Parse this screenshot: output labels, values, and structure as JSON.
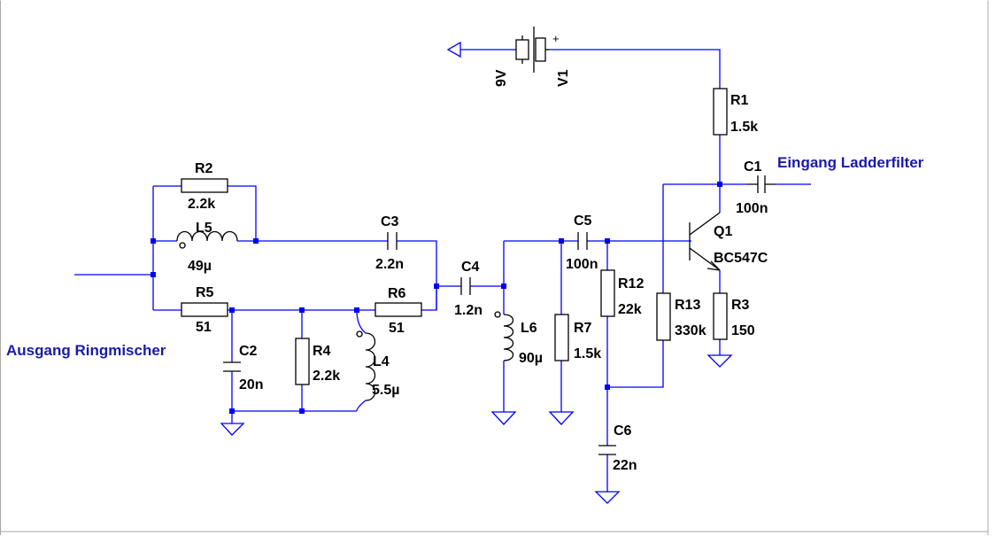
{
  "colors": {
    "wire": "#0000ff",
    "component": "#000000",
    "net_label": "#1a1aaa",
    "background": "#ffffff",
    "frame": "#a8a8a8"
  },
  "net_labels": {
    "input": "Ausgang Ringmischer",
    "output": "Eingang Ladderfilter"
  },
  "battery": {
    "polarity": "+"
  },
  "components": {
    "R1": {
      "name": "R1",
      "value": "1.5k"
    },
    "R2": {
      "name": "R2",
      "value": "2.2k"
    },
    "R3": {
      "name": "R3",
      "value": "150"
    },
    "R4": {
      "name": "R4",
      "value": "2.2k"
    },
    "R5": {
      "name": "R5",
      "value": "51"
    },
    "R6": {
      "name": "R6",
      "value": "51"
    },
    "R7": {
      "name": "R7",
      "value": "1.5k"
    },
    "R12": {
      "name": "R12",
      "value": "22k"
    },
    "R13": {
      "name": "R13",
      "value": "330k"
    },
    "C1": {
      "name": "C1",
      "value": "100n"
    },
    "C2": {
      "name": "C2",
      "value": "20n"
    },
    "C3": {
      "name": "C3",
      "value": "2.2n"
    },
    "C4": {
      "name": "C4",
      "value": "1.2n"
    },
    "C5": {
      "name": "C5",
      "value": "100n"
    },
    "C6": {
      "name": "C6",
      "value": "22n"
    },
    "L4": {
      "name": "L4",
      "value": "5.5µ"
    },
    "L5": {
      "name": "L5",
      "value": "49µ"
    },
    "L6": {
      "name": "L6",
      "value": "90µ"
    },
    "Q1": {
      "name": "Q1",
      "value": "BC547C"
    },
    "V1": {
      "name": "V1",
      "value": "9V"
    }
  }
}
